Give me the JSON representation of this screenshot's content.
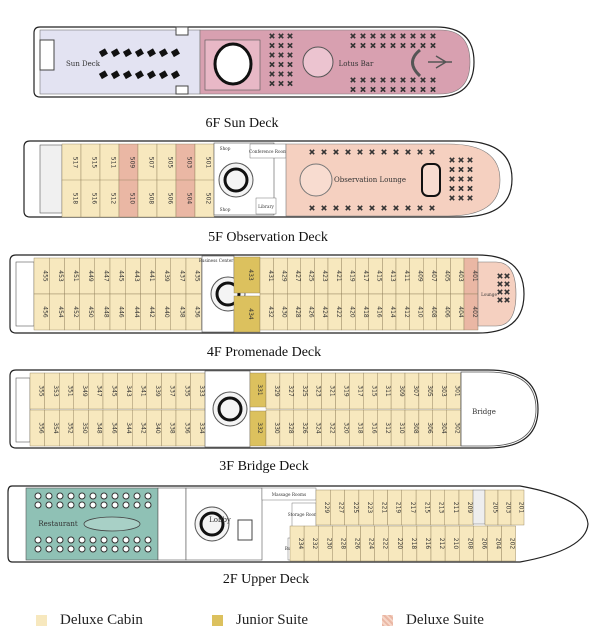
{
  "colors": {
    "deluxe_cabin": "#f7e8be",
    "junior_suite": "#dcc15e",
    "deluxe_suite": "#eab7a4",
    "deck_floor": "#e3e3f2",
    "lounge": "#d8a0b0",
    "observation": "#f5d0c0",
    "restaurant": "#8fc1b5",
    "hull_outline": "#222222"
  },
  "decks": [
    {
      "title": "6F  Sun Deck",
      "areas": {
        "sun_deck": "Sun Deck",
        "lotus_bar": "Lotus Bar"
      }
    },
    {
      "title": "5F  Observation Deck",
      "areas": {
        "shop1": "Shop",
        "shop2": "Shop",
        "conference": "Conference Room",
        "library": "Library",
        "lounge": "Observation Lounge"
      },
      "top_cabins": [
        "517",
        "515",
        "511",
        "509",
        "507",
        "505",
        "503",
        "501"
      ],
      "bottom_cabins": [
        "518",
        "516",
        "512",
        "510",
        "508",
        "506",
        "504",
        "502"
      ],
      "top_types": [
        "d",
        "d",
        "d",
        "s",
        "d",
        "d",
        "s",
        "d"
      ],
      "bottom_types": [
        "d",
        "d",
        "d",
        "s",
        "d",
        "d",
        "s",
        "d"
      ]
    },
    {
      "title": "4F  Promenade Deck",
      "areas": {
        "business_center": "Business Center",
        "lounge": "Lounge"
      },
      "top_cabins": [
        "455",
        "453",
        "451",
        "449",
        "447",
        "445",
        "443",
        "441",
        "439",
        "437",
        "435"
      ],
      "bottom_cabins": [
        "456",
        "454",
        "452",
        "450",
        "448",
        "446",
        "444",
        "442",
        "440",
        "438",
        "436"
      ],
      "junior_top": "433",
      "junior_bottom": "434",
      "fwd_top_cabins": [
        "431",
        "429",
        "427",
        "425",
        "423",
        "421",
        "419",
        "417",
        "415",
        "413",
        "411",
        "409",
        "407",
        "405",
        "403"
      ],
      "fwd_bottom_cabins": [
        "432",
        "430",
        "428",
        "426",
        "424",
        "422",
        "420",
        "418",
        "416",
        "414",
        "412",
        "410",
        "408",
        "406",
        "404"
      ],
      "suite_top": "401",
      "suite_bottom": "402"
    },
    {
      "title": "3F  Bridge Deck",
      "areas": {
        "bridge": "Bridge"
      },
      "top_cabins": [
        "355",
        "353",
        "351",
        "349",
        "347",
        "345",
        "343",
        "341",
        "339",
        "337",
        "335",
        "333"
      ],
      "bottom_cabins": [
        "356",
        "354",
        "352",
        "350",
        "348",
        "346",
        "344",
        "342",
        "340",
        "338",
        "336",
        "334"
      ],
      "junior_top": "331",
      "junior_bottom": "332",
      "fwd_top_cabins": [
        "329",
        "327",
        "325",
        "323",
        "321",
        "319",
        "317",
        "315",
        "311",
        "309",
        "307",
        "305",
        "303",
        "301"
      ],
      "fwd_bottom_cabins": [
        "330",
        "328",
        "326",
        "324",
        "322",
        "320",
        "318",
        "316",
        "312",
        "310",
        "308",
        "306",
        "304",
        "302"
      ]
    },
    {
      "title": "2F  Upper Deck",
      "areas": {
        "restaurant": "Restaurant",
        "lobby": "Lobby",
        "massage": "Massage Rooms",
        "storage": "Storage Rooms",
        "business_center": "Business Center"
      },
      "top_cabins": [
        "229",
        "227",
        "225",
        "223",
        "221",
        "219",
        "217",
        "215",
        "213",
        "211",
        "209",
        "205",
        "203",
        "201"
      ],
      "bottom_cabins": [
        "234",
        "232",
        "230",
        "228",
        "226",
        "224",
        "222",
        "220",
        "218",
        "216",
        "212",
        "210",
        "208",
        "206",
        "204",
        "202"
      ]
    }
  ],
  "legend": [
    {
      "label": "Deluxe Cabin",
      "color": "#f7e8be"
    },
    {
      "label": "Junior Suite",
      "color": "#dcc15e"
    },
    {
      "label": "Deluxe Suite",
      "color": "#eab7a4"
    }
  ]
}
